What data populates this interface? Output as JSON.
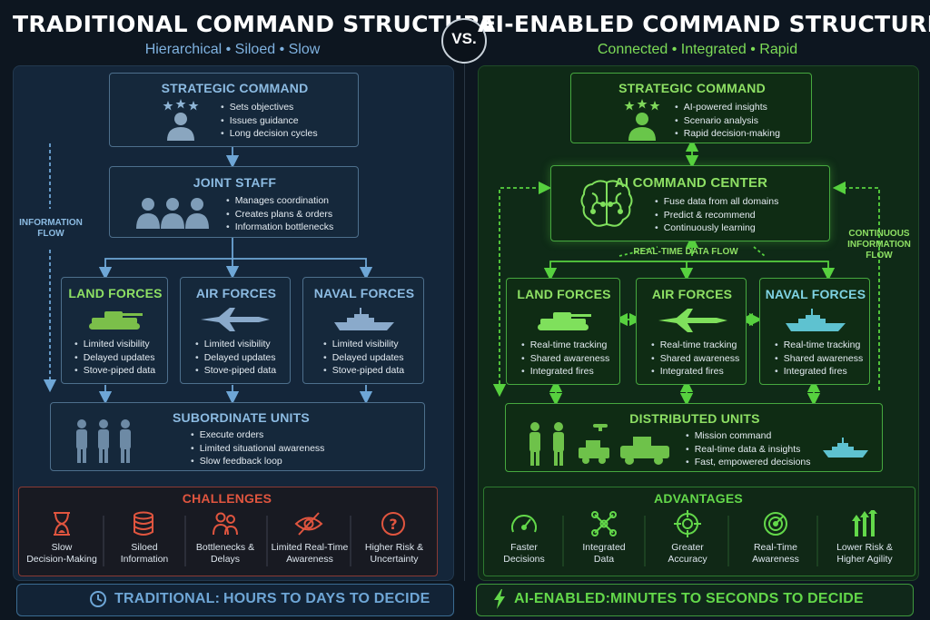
{
  "left": {
    "title": "TRADITIONAL COMMAND STRUCTURE",
    "subtitle": "Hierarchical • Siloed • Slow",
    "side_label": "INFORMATION\nFLOW",
    "strategic": {
      "title": "STRATEGIC COMMAND",
      "bullets": [
        "Sets objectives",
        "Issues guidance",
        "Long decision cycles"
      ]
    },
    "joint": {
      "title": "JOINT STAFF",
      "bullets": [
        "Manages coordination",
        "Creates plans & orders",
        "Information bottlenecks"
      ]
    },
    "forces": [
      {
        "title": "LAND FORCES",
        "bullets": [
          "Limited visibility",
          "Delayed updates",
          "Stove-piped data"
        ]
      },
      {
        "title": "AIR FORCES",
        "bullets": [
          "Limited visibility",
          "Delayed updates",
          "Stove-piped data"
        ]
      },
      {
        "title": "NAVAL FORCES",
        "bullets": [
          "Limited visibility",
          "Delayed updates",
          "Stove-piped data"
        ]
      }
    ],
    "units": {
      "title": "SUBORDINATE UNITS",
      "bullets": [
        "Execute orders",
        "Limited situational awareness",
        "Slow feedback loop"
      ]
    },
    "section_title": "CHALLENGES",
    "items": [
      {
        "label": "Slow\nDecision-Making",
        "icon": "hourglass-icon"
      },
      {
        "label": "Siloed\nInformation",
        "icon": "database-icon"
      },
      {
        "label": "Bottlenecks &\nDelays",
        "icon": "people-icon"
      },
      {
        "label": "Limited Real-Time\nAwareness",
        "icon": "eye-slash-icon"
      },
      {
        "label": "Higher Risk &\nUncertainty",
        "icon": "question-icon"
      }
    ],
    "footer_a": "TRADITIONAL:",
    "footer_b": "HOURS TO DAYS TO DECIDE"
  },
  "vs": "VS.",
  "right": {
    "title": "AI-ENABLED COMMAND STRUCTURE",
    "subtitle": "Connected • Integrated • Rapid",
    "side_label": "CONTINUOUS\nINFORMATION\nFLOW",
    "flow_label": "REAL-TIME DATA FLOW",
    "strategic": {
      "title": "STRATEGIC COMMAND",
      "bullets": [
        "AI-powered insights",
        "Scenario analysis",
        "Rapid decision-making"
      ]
    },
    "ai_center": {
      "title": "AI COMMAND CENTER",
      "bullets": [
        "Fuse data from all domains",
        "Predict & recommend",
        "Continuously learning"
      ]
    },
    "forces": [
      {
        "title": "LAND FORCES",
        "bullets": [
          "Real-time tracking",
          "Shared awareness",
          "Integrated fires"
        ]
      },
      {
        "title": "AIR FORCES",
        "bullets": [
          "Real-time tracking",
          "Shared awareness",
          "Integrated fires"
        ]
      },
      {
        "title": "NAVAL FORCES",
        "bullets": [
          "Real-time tracking",
          "Shared awareness",
          "Integrated fires"
        ]
      }
    ],
    "units": {
      "title": "DISTRIBUTED UNITS",
      "bullets": [
        "Mission command",
        "Real-time data & insights",
        "Fast, empowered decisions"
      ]
    },
    "section_title": "ADVANTAGES",
    "items": [
      {
        "label": "Faster\nDecisions",
        "icon": "speedometer-icon"
      },
      {
        "label": "Integrated\nData",
        "icon": "network-icon"
      },
      {
        "label": "Greater\nAccuracy",
        "icon": "crosshair-icon"
      },
      {
        "label": "Real-Time\nAwareness",
        "icon": "radar-icon"
      },
      {
        "label": "Lower Risk &\nHigher Agility",
        "icon": "arrows-up-icon"
      }
    ],
    "footer_a": "AI-ENABLED:",
    "footer_b": "MINUTES TO SECONDS TO DECIDE"
  },
  "colors": {
    "left_accent": "#6ea6d6",
    "right_accent": "#57d13f",
    "challenge": "#e0553f",
    "advantage": "#63d84a"
  }
}
